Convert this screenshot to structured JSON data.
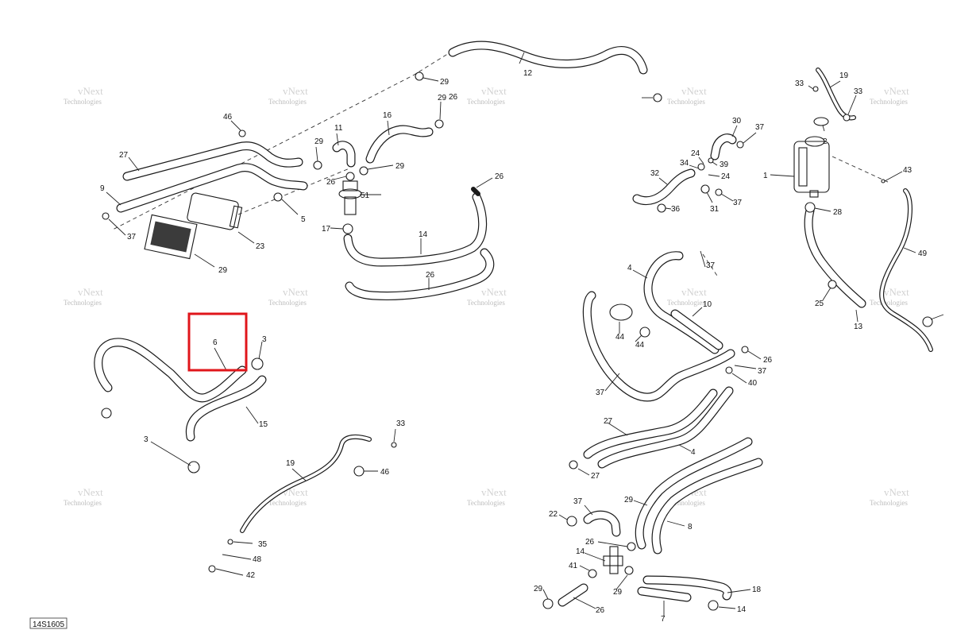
{
  "diagram": {
    "code": "14S1605",
    "watermark": {
      "line1": "vNext",
      "line2": "Technologies"
    },
    "highlight_label": "6",
    "callouts": [
      "12",
      "29",
      "26",
      "46",
      "27",
      "9",
      "37",
      "11",
      "16",
      "29",
      "29",
      "26",
      "29",
      "51",
      "26",
      "5",
      "23",
      "29",
      "17",
      "14",
      "26",
      "30",
      "37",
      "24",
      "34",
      "39",
      "24",
      "32",
      "36",
      "31",
      "37",
      "19",
      "33",
      "33",
      "2",
      "1",
      "43",
      "28",
      "49",
      "25",
      "13",
      "44",
      "3",
      "15",
      "3",
      "33",
      "19",
      "46",
      "35",
      "48",
      "42",
      "4",
      "37",
      "10",
      "44",
      "26",
      "37",
      "40",
      "37",
      "27",
      "4",
      "27",
      "37",
      "22",
      "26",
      "29",
      "8",
      "14",
      "41",
      "29",
      "29",
      "26",
      "18",
      "7",
      "14",
      "26"
    ]
  }
}
